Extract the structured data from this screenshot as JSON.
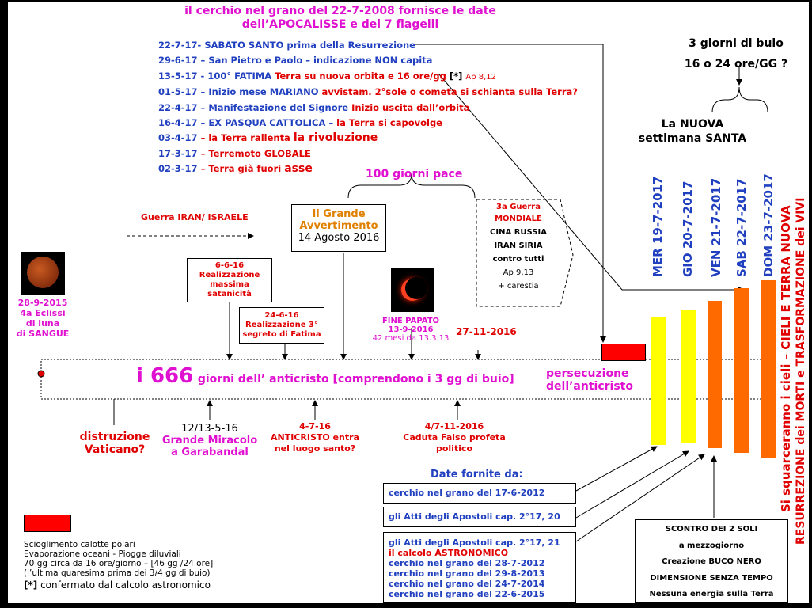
{
  "title": {
    "line1": "il cerchio nel grano del 22-7-2008  fornisce le date",
    "line2": "dell’APOCALISSE e dei 7 flagelli"
  },
  "events": [
    {
      "date": "22-7-17-",
      "blue": "SABATO SANTO prima della Resurrezione",
      "red": ""
    },
    {
      "date": "29-6-17 –",
      "blue": "San Pietro e Paolo – indicazione NON capita",
      "red": ""
    },
    {
      "date": "13-5-17 -",
      "blue": "100° FATIMA",
      "red": "Terra su nuova orbita e 16 ore/gg",
      "extra": "[*]",
      "ref": "Ap 8,12"
    },
    {
      "date": "01-5-17 –",
      "blue": "Inizio mese MARIANO",
      "red": "avvistam. 2°sole o cometa si schianta sulla Terra?"
    },
    {
      "date": "22-4-17 –",
      "blue": "Manifestazione del Signore",
      "red": "Inizio uscita dall’orbita"
    },
    {
      "date": "16-4-17 –",
      "blue": "EX PASQUA CATTOLICA –",
      "red": "la Terra si capovolge"
    },
    {
      "date": "03-4-17",
      "blue": "",
      "red": "– la Terra rallenta",
      "big": "la rivoluzione"
    },
    {
      "date": "17-3-17",
      "blue": "",
      "red": "– Terremoto GLOBALE"
    },
    {
      "date": "02-3-17",
      "blue": "",
      "red": "– Terra già fuori",
      "big": "asse"
    }
  ],
  "dark_days": {
    "line1": "3 giorni di buio",
    "line2": "16 o 24 ore/GG ?"
  },
  "new_week": {
    "line1": "La NUOVA",
    "line2": "settimana SANTA"
  },
  "week_days": [
    "MER  19-7-2017",
    "GIO  20-7-2017",
    "VEN  21-7-2017",
    "SAB  22-7-2017",
    "DOM  23-7-2017"
  ],
  "right_vertical": {
    "line1": "Si squarceranno i cieli – CIELI E TERRA NUOVA",
    "line2": "RESURREZIONE dei MORTI e TRASFORMAZIONE dei VIVI"
  },
  "peace": "100 giorni pace",
  "war_iran": "Guerra IRAN/ ISRAELE",
  "great_warning": {
    "line1": "Il Grande",
    "line2": "Avvertimento",
    "line3": "14 Agosto 2016"
  },
  "world_war": {
    "line1": "3a Guerra",
    "line2": "MONDIALE",
    "line3": "CINA RUSSIA",
    "line4": "IRAN SIRIA",
    "line5": "contro tutti",
    "line6": "Ap 9,13",
    "line7": "+ carestia"
  },
  "eclipse": {
    "line1": "28-9-2015",
    "line2": "4a Eclissi",
    "line3": "di luna",
    "line4": "di SANGUE"
  },
  "satanic": {
    "line1": "6-6-16",
    "line2": "Realizzazione",
    "line3": "massima",
    "line4": "satanicità"
  },
  "fatima3": {
    "line1": "24-6-16",
    "line2": "Realizzazione 3°",
    "line3": "segreto di Fatima"
  },
  "papato": {
    "line1": "FINE PAPATO",
    "line2": "13-9-2016",
    "line3": "42 mesi da 13.3.13"
  },
  "nov_date": "27-11-2016",
  "timeline": {
    "num": "i 666",
    "text": "giorni dell’ anticristo [comprendono i 3 gg di buio]"
  },
  "persecution": {
    "line1": "persecuzione",
    "line2": "dell’anticristo"
  },
  "vatican": {
    "line1": "distruzione",
    "line2": "Vaticano?"
  },
  "garabandal": {
    "line1": "12/13-5-16",
    "line2": "Grande Miracolo",
    "line3": "a Garabandal"
  },
  "antichrist": {
    "line1": "4-7-16",
    "line2": "ANTICRISTO entra",
    "line3": "nel luogo santo?"
  },
  "false_prophet": {
    "line1": "4/7-11-2016",
    "line2": "Caduta Falso profeta",
    "line3": "politico"
  },
  "sources": {
    "header": "Date fornite da:",
    "row1": "cerchio nel grano del     17-6-2012",
    "row2": "gli Atti degli Apostoli cap. 2°17, 20",
    "row3a": "gli Atti degli Apostoli cap. 2°17, 21",
    "row3b": "il calcolo ASTRONOMICO",
    "row3c": [
      "cerchio nel grano del      28-7-2012",
      "cerchio nel grano del      29-8-2013",
      "cerchio nel grano del      24-7-2014",
      "cerchio nel grano del      22-6-2015"
    ]
  },
  "legend": {
    "line1": "Scioglimento calotte polari",
    "line2": "Evaporazione oceani - Piogge diluviali",
    "line3": "70 gg circa da 16 ore/giorno – [46 gg /24 ore]",
    "line4": "(l’ultima quaresima prima dei 3/4 gg di buio)",
    "note_mark": "[*]",
    "note_text": "confermato dal calcolo astronomico"
  },
  "suns": {
    "line1": "SCONTRO DEI 2 SOLI",
    "line2": "a mezzogiorno",
    "line3": "Creazione BUCO NERO",
    "line4": "DIMENSIONE SENZA TEMPO",
    "line5": "Nessuna energia sulla Terra"
  },
  "colors": {
    "blue": "#2040c0",
    "red": "#e00000",
    "magenta": "#e010d0",
    "yellow": "#ffff00",
    "orange": "#ff6a00",
    "legend_red": "#ff0000"
  }
}
